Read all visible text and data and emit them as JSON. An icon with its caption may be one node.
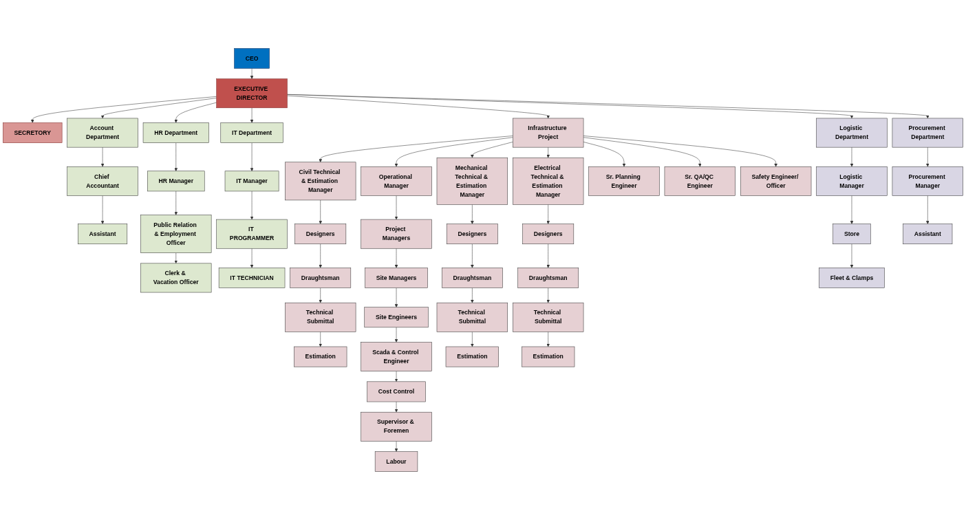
{
  "diagram": {
    "nodes": [
      {
        "text": [
          "CEO"
        ]
      },
      {
        "text": [
          "EXECUTIVE DIRECTOR"
        ]
      },
      {
        "text": [
          "SECRETORY"
        ]
      },
      {
        "text": [
          "Account Department"
        ]
      },
      {
        "text": [
          "HR Department"
        ]
      },
      {
        "text": [
          "IT Department"
        ]
      },
      {
        "text": [
          "Infrastructure Project"
        ]
      },
      {
        "text": [
          "Logistic Department"
        ]
      },
      {
        "text": [
          "Procurement Department"
        ]
      },
      {
        "text": [
          "Chief Accountant"
        ]
      },
      {
        "text": [
          "HR Manager"
        ]
      },
      {
        "text": [
          "IT Manager"
        ]
      },
      {
        "text": [
          "Assistant"
        ]
      },
      {
        "text": [
          "Public Relation & Employment Officer"
        ]
      },
      {
        "text": [
          "IT PROGRAMMER"
        ]
      },
      {
        "text": [
          "Clerk & Vacation Officer"
        ]
      },
      {
        "text": [
          "IT TECHNICIAN"
        ]
      },
      {
        "text": [
          "Civil Technical & Estimation Manager"
        ]
      },
      {
        "text": [
          "Operational Manager"
        ]
      },
      {
        "text": [
          "Mechanical Technical & Estimation Manager"
        ]
      },
      {
        "text": [
          "Electrical Technical & Estimation Manager"
        ]
      },
      {
        "text": [
          "Sr. Planning Engineer"
        ]
      },
      {
        "text": [
          "Logistic Manager"
        ]
      },
      {
        "text": [
          "Procurement Manager"
        ]
      },
      {
        "text": [
          "Designers"
        ]
      },
      {
        "text": [
          "Project Managers"
        ]
      },
      {
        "text": [
          "Designers"
        ]
      },
      {
        "text": [
          "Designers"
        ]
      },
      {
        "text": [
          "Sr. QA/QC Engineer"
        ]
      },
      {
        "text": [
          "Store"
        ]
      },
      {
        "text": [
          "Assistant"
        ]
      },
      {
        "text": [
          "Draughtsman"
        ]
      },
      {
        "text": [
          "Site Managers"
        ]
      },
      {
        "text": [
          "Draughtsman"
        ]
      },
      {
        "text": [
          "Draughtsman"
        ]
      },
      {
        "text": [
          "Safety Engineer/ Officer"
        ]
      },
      {
        "text": [
          "Fleet & Clamps"
        ]
      },
      {
        "text": [
          "Technical Submittal"
        ]
      },
      {
        "text": [
          "Site Engineers"
        ]
      },
      {
        "text": [
          "Technical Submittal"
        ]
      },
      {
        "text": [
          "Technical Submittal"
        ]
      },
      {
        "text": [
          "Estimation"
        ]
      },
      {
        "text": [
          "Scada & Control Engineer"
        ]
      },
      {
        "text": [
          "Estimation"
        ]
      },
      {
        "text": [
          "Estimation"
        ]
      },
      {
        "text": [
          "Cost Control"
        ]
      },
      {
        "text": [
          "Supervisor & Foremen"
        ]
      },
      {
        "text": [
          "Labour"
        ]
      }
    ],
    "edges": [
      {
        "from": 0,
        "to": 1,
        "arrow": "to"
      },
      {
        "from": 1,
        "to": 2,
        "arrow": "to"
      },
      {
        "from": 1,
        "to": 3,
        "arrow": "to"
      },
      {
        "from": 1,
        "to": 4,
        "arrow": "to"
      },
      {
        "from": 1,
        "to": 5,
        "arrow": "to"
      },
      {
        "from": 1,
        "to": 6,
        "arrow": "to"
      },
      {
        "from": 1,
        "to": 7,
        "arrow": "to"
      },
      {
        "from": 1,
        "to": 8,
        "arrow": "to"
      },
      {
        "from": 3,
        "to": 9,
        "arrow": "to"
      },
      {
        "from": 9,
        "to": 12,
        "arrow": "to"
      },
      {
        "from": 4,
        "to": 10,
        "arrow": "to"
      },
      {
        "from": 10,
        "to": 13,
        "arrow": "to"
      },
      {
        "from": 13,
        "to": 15,
        "arrow": "to"
      },
      {
        "from": 5,
        "to": 11,
        "arrow": "to"
      },
      {
        "from": 11,
        "to": 14,
        "arrow": "to"
      },
      {
        "from": 14,
        "to": 16,
        "arrow": "to"
      },
      {
        "from": 6,
        "to": 17,
        "arrow": "to"
      },
      {
        "from": 6,
        "to": 18,
        "arrow": "to"
      },
      {
        "from": 6,
        "to": 19,
        "arrow": "to"
      },
      {
        "from": 6,
        "to": 20,
        "arrow": "to"
      },
      {
        "from": 6,
        "to": 21,
        "arrow": "to"
      },
      {
        "from": 6,
        "to": 28,
        "arrow": "to"
      },
      {
        "from": 6,
        "to": 35,
        "arrow": "to"
      },
      {
        "from": 17,
        "to": 24,
        "arrow": "to"
      },
      {
        "from": 24,
        "to": 31,
        "arrow": "to"
      },
      {
        "from": 31,
        "to": 37,
        "arrow": "to"
      },
      {
        "from": 37,
        "to": 41,
        "arrow": "to"
      },
      {
        "from": 18,
        "to": 25,
        "arrow": "to"
      },
      {
        "from": 25,
        "to": 32,
        "arrow": "to"
      },
      {
        "from": 32,
        "to": 38,
        "arrow": "to"
      },
      {
        "from": 38,
        "to": 42,
        "arrow": "to"
      },
      {
        "from": 42,
        "to": 45,
        "arrow": "to"
      },
      {
        "from": 45,
        "to": 46,
        "arrow": "to"
      },
      {
        "from": 46,
        "to": 47,
        "arrow": "to"
      },
      {
        "from": 19,
        "to": 26,
        "arrow": "to"
      },
      {
        "from": 26,
        "to": 33,
        "arrow": "to"
      },
      {
        "from": 33,
        "to": 39,
        "arrow": "to"
      },
      {
        "from": 39,
        "to": 43,
        "arrow": "to"
      },
      {
        "from": 20,
        "to": 27,
        "arrow": "to"
      },
      {
        "from": 27,
        "to": 34,
        "arrow": "to"
      },
      {
        "from": 34,
        "to": 40,
        "arrow": "to"
      },
      {
        "from": 40,
        "to": 44,
        "arrow": "to"
      },
      {
        "from": 7,
        "to": 22,
        "arrow": "to"
      },
      {
        "from": 22,
        "to": 29,
        "arrow": "to"
      },
      {
        "from": 29,
        "to": 36,
        "arrow": "to"
      },
      {
        "from": 8,
        "to": 23,
        "arrow": "to"
      },
      {
        "from": 23,
        "to": 30,
        "arrow": "to"
      }
    ]
  }
}
